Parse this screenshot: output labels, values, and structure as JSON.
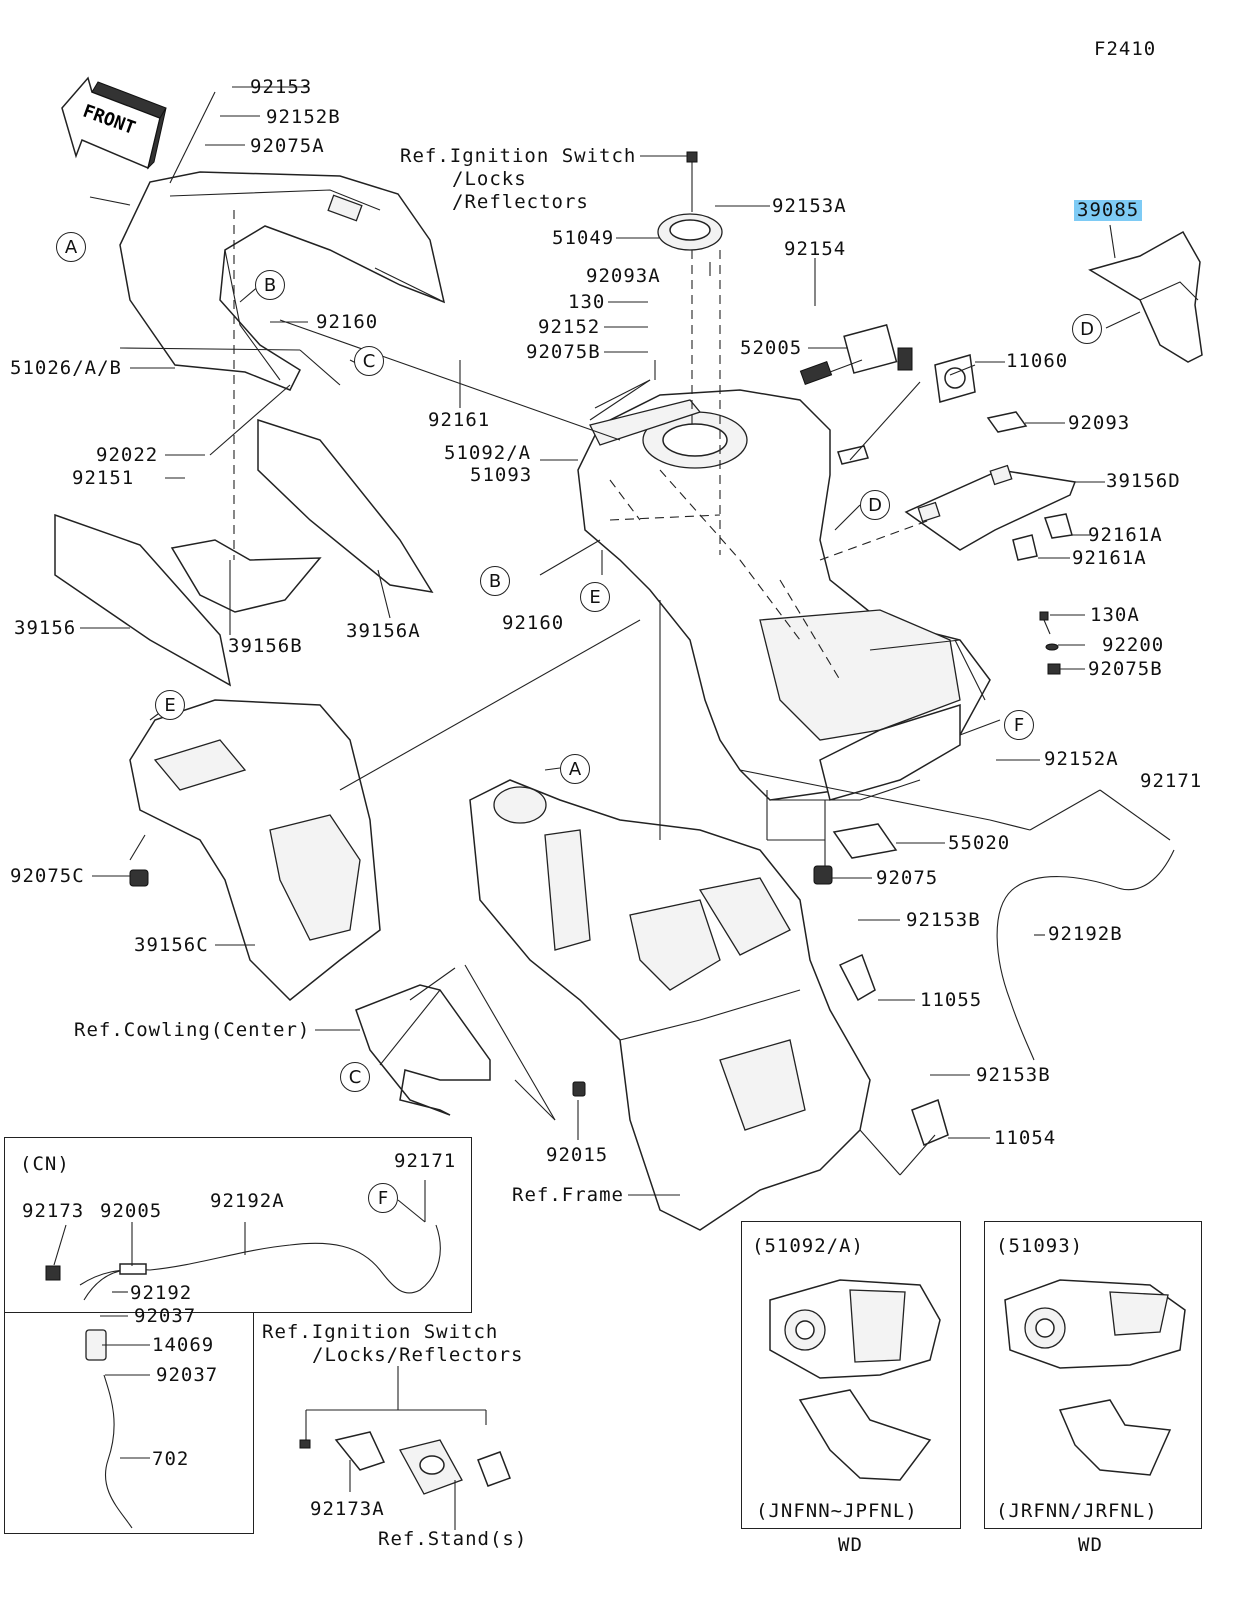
{
  "diagram_id": "F2410",
  "front_arrow": "FRONT",
  "parts": {
    "p92153": "92153",
    "p92152B": "92152B",
    "p92075A": "92075A",
    "p51026": "51026/A/B",
    "p92160a": "92160",
    "p92022": "92022",
    "p92151": "92151",
    "p39156": "39156",
    "p39156B": "39156B",
    "p39156A": "39156A",
    "p92161": "92161",
    "p51049": "51049",
    "p92153A": "92153A",
    "p92093A": "92093A",
    "p130": "130",
    "p92152": "92152",
    "p92075B": "92075B",
    "p51092A": "51092/A",
    "p51093": "51093",
    "p92160b": "92160",
    "p92154": "92154",
    "p52005": "52005",
    "p11060": "11060",
    "p92093": "92093",
    "p39156D": "39156D",
    "p92161A_1": "92161A",
    "p92161A_2": "92161A",
    "p130A": "130A",
    "p92200": "92200",
    "p92075B_2": "92075B",
    "p92152A": "92152A",
    "p92171": "92171",
    "p55020": "55020",
    "p92075": "92075",
    "p92192B": "92192B",
    "p92153B_1": "92153B",
    "p11055": "11055",
    "p92153B_2": "92153B",
    "p11054": "11054",
    "p92075C": "92075C",
    "p39156C": "39156C",
    "p92015": "92015",
    "p39085": "39085"
  },
  "refs": {
    "ignition": "Ref.Ignition Switch",
    "locks": "/Locks",
    "reflectors": "/Reflectors",
    "cowling": "Ref.Cowling(Center)",
    "frame": "Ref.Frame"
  },
  "callouts": {
    "A": "A",
    "B": "B",
    "C": "C",
    "D": "D",
    "E": "E",
    "F": "F"
  },
  "inset_cn": {
    "title": "(CN)",
    "p92171": "92171",
    "p92173": "92173",
    "p92005": "92005",
    "p92192A": "92192A",
    "p92192": "92192",
    "p92037a": "92037",
    "p14069": "14069",
    "p92037b": "92037",
    "p702": "702",
    "callout_f": "F"
  },
  "inset_ignition": {
    "line1": "Ref.Ignition Switch",
    "line2": "/Locks/Reflectors",
    "p92173A": "92173A",
    "stand": "Ref.Stand(s)"
  },
  "inset_51092": {
    "title": "(51092/A)",
    "range": "(JNFNN~JPFNL)",
    "market": "WD"
  },
  "inset_51093": {
    "title": "(51093)",
    "range": "(JRFNN/JRFNL)",
    "market": "WD"
  },
  "highlight_color": "#7ecbf5"
}
